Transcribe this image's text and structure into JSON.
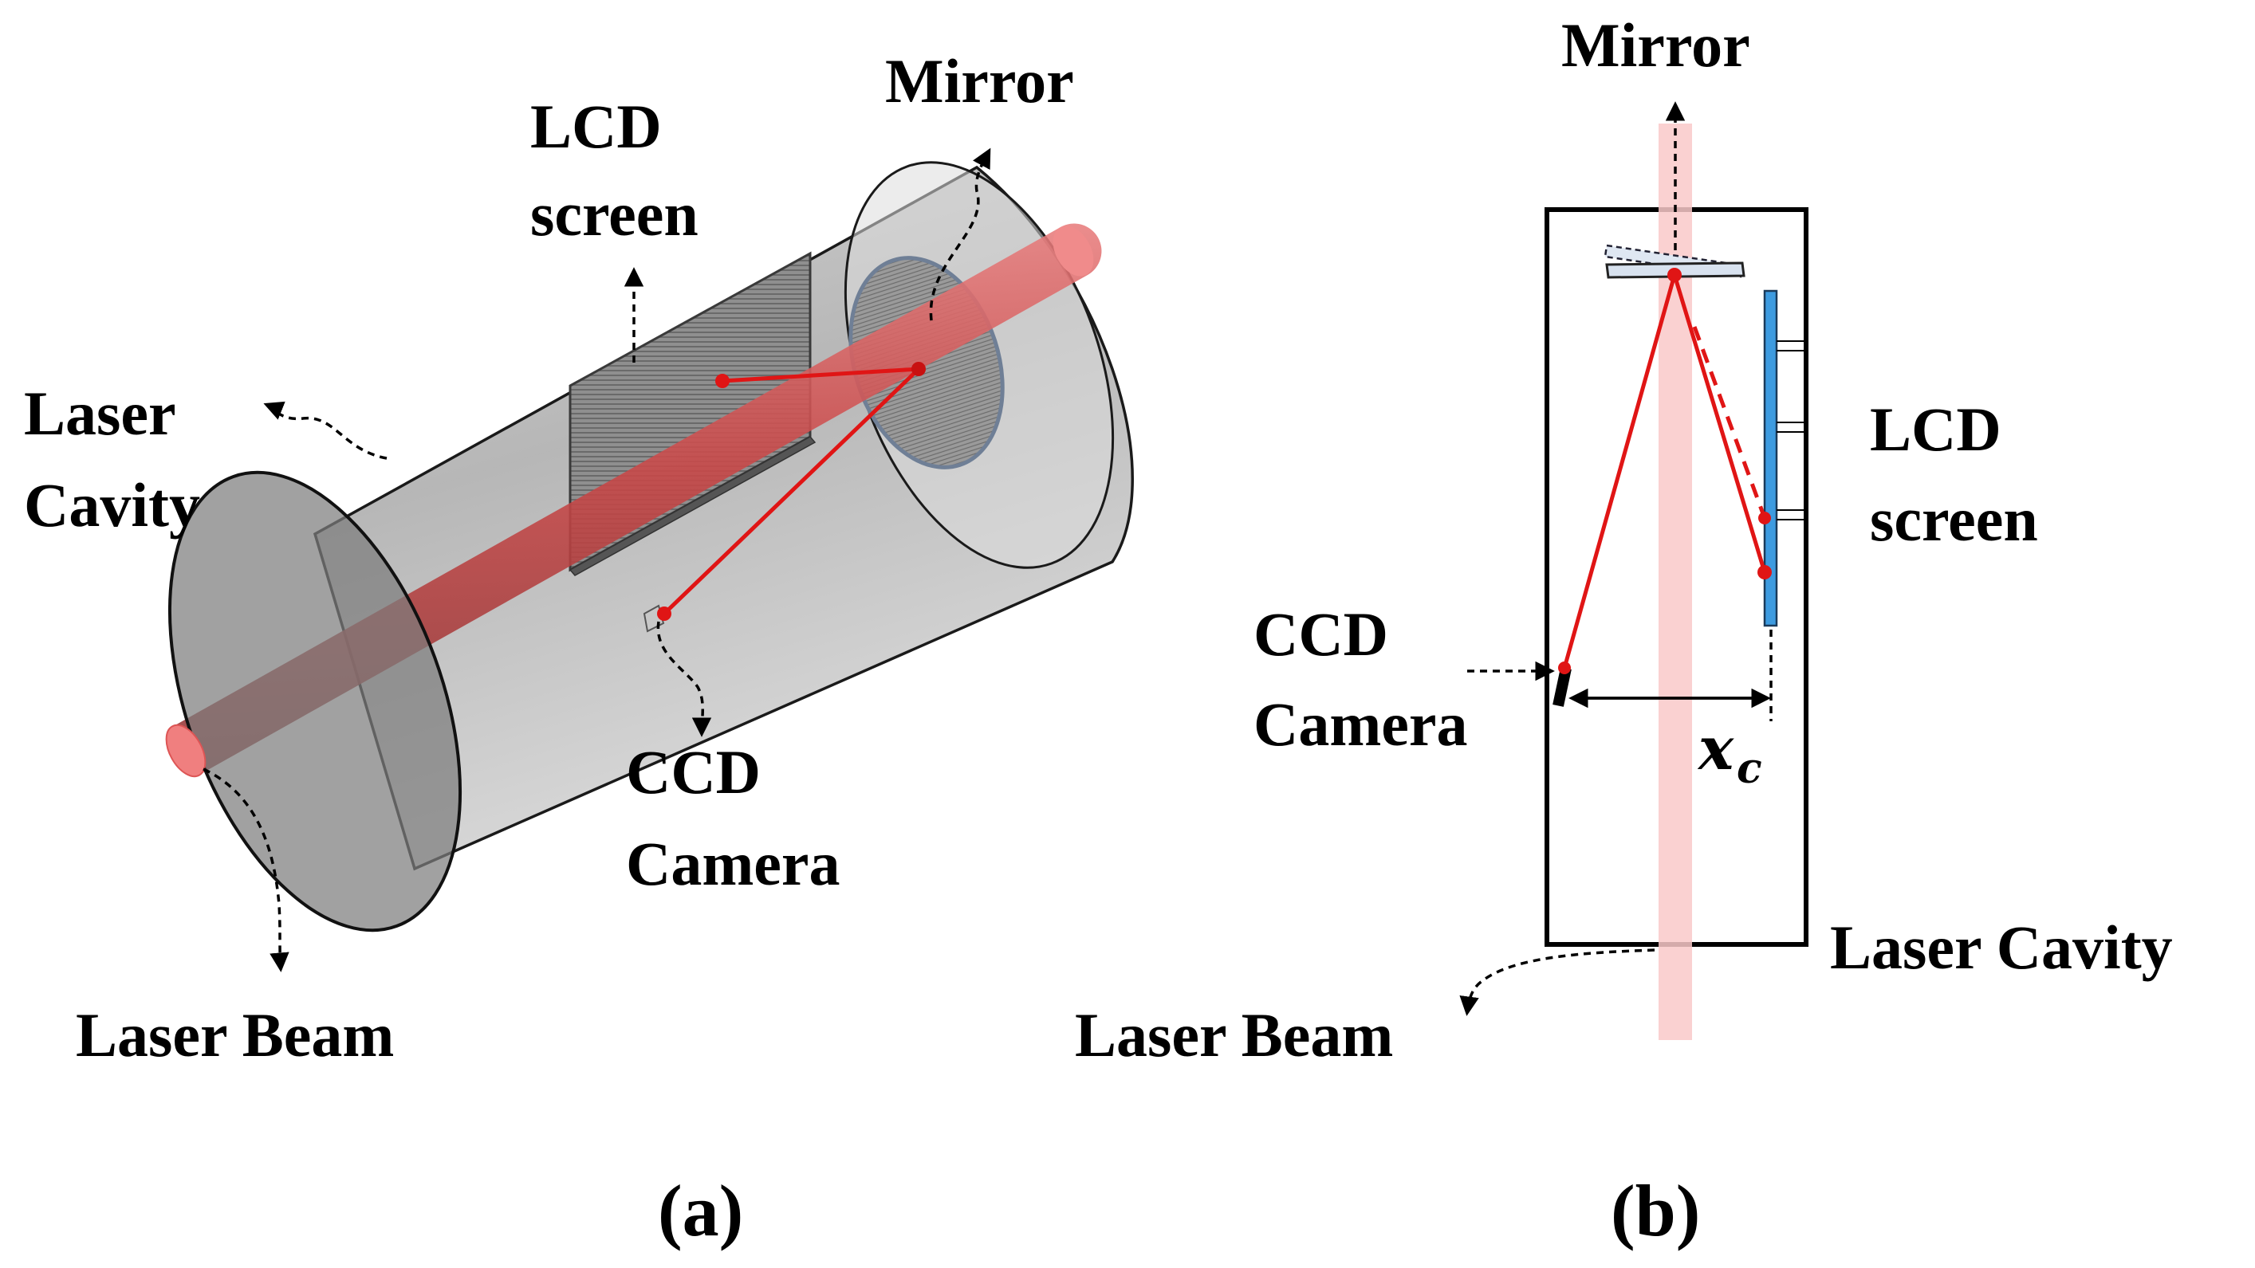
{
  "panel_a": {
    "label": "(a)",
    "mirror": "Mirror",
    "lcd_line1": "LCD",
    "lcd_line2": "screen",
    "cavity_line1": "Laser",
    "cavity_line2": "Cavity",
    "ccd_line1": "CCD",
    "ccd_line2": "Camera",
    "beam": "Laser Beam"
  },
  "panel_b": {
    "label": "(b)",
    "mirror": "Mirror",
    "lcd_line1": "LCD",
    "lcd_line2": "screen",
    "ccd_line1": "CCD",
    "ccd_line2": "Camera",
    "cavity": "Laser Cavity",
    "beam": "Laser Beam",
    "distance_symbol": "x",
    "distance_subscript": "c"
  },
  "colors": {
    "laser_beam": "#e85a5a",
    "laser_beam_light": "#f9c9c9",
    "ray": "#e01515",
    "lcd_blue": "#3d9be0",
    "cavity_gray": "#bdbdbd"
  }
}
